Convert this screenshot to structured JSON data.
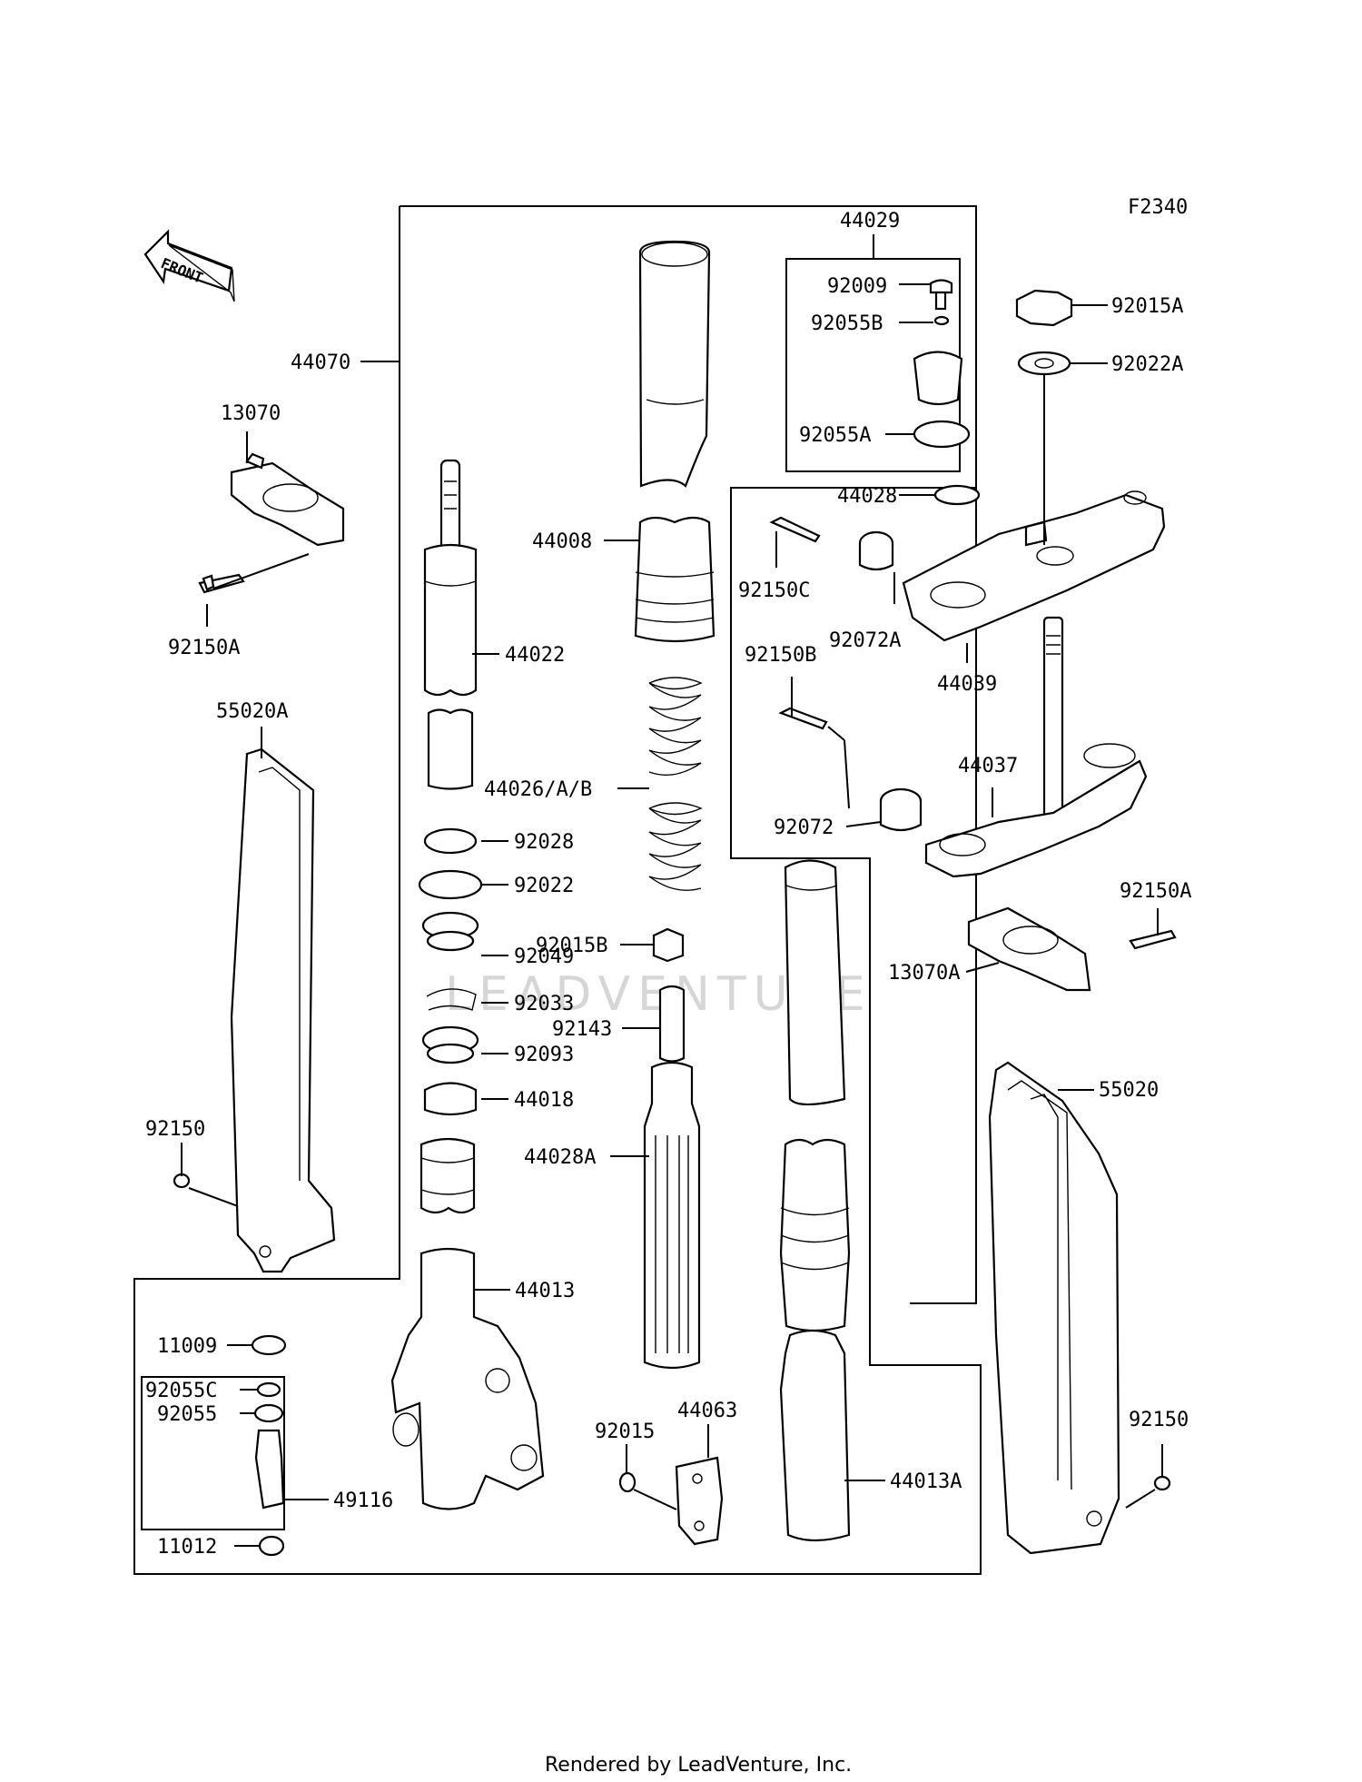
{
  "figure_code": "F2340",
  "front_arrow_label": "FRONT",
  "watermark": "LEADVENTURE",
  "footer": "Rendered by LeadVenture, Inc.",
  "parts": {
    "p44029": "44029",
    "p92009": "92009",
    "p92055B": "92055B",
    "p92055A": "92055A",
    "p44028": "44028",
    "p44070": "44070",
    "p13070": "13070",
    "p92150A_left": "92150A",
    "p44008": "44008",
    "p44022": "44022",
    "p55020A": "55020A",
    "p44026AB": "44026/A/B",
    "p92028": "92028",
    "p92022": "92022",
    "p92015B": "92015B",
    "p92049": "92049",
    "p92033": "92033",
    "p92143": "92143",
    "p92093": "92093",
    "p44018": "44018",
    "p44028A": "44028A",
    "p92150_left": "92150",
    "p44013": "44013",
    "p11009": "11009",
    "p92055C": "92055C",
    "p92055": "92055",
    "p49116": "49116",
    "p11012": "11012",
    "p92015": "92015",
    "p44063": "44063",
    "p44013A": "44013A",
    "p92015A": "92015A",
    "p92022A": "92022A",
    "p92150C": "92150C",
    "p92072A": "92072A",
    "p44039": "44039",
    "p92150B": "92150B",
    "p44037": "44037",
    "p92072": "92072",
    "p92150A_right": "92150A",
    "p13070A": "13070A",
    "p55020": "55020",
    "p92150_right": "92150"
  }
}
